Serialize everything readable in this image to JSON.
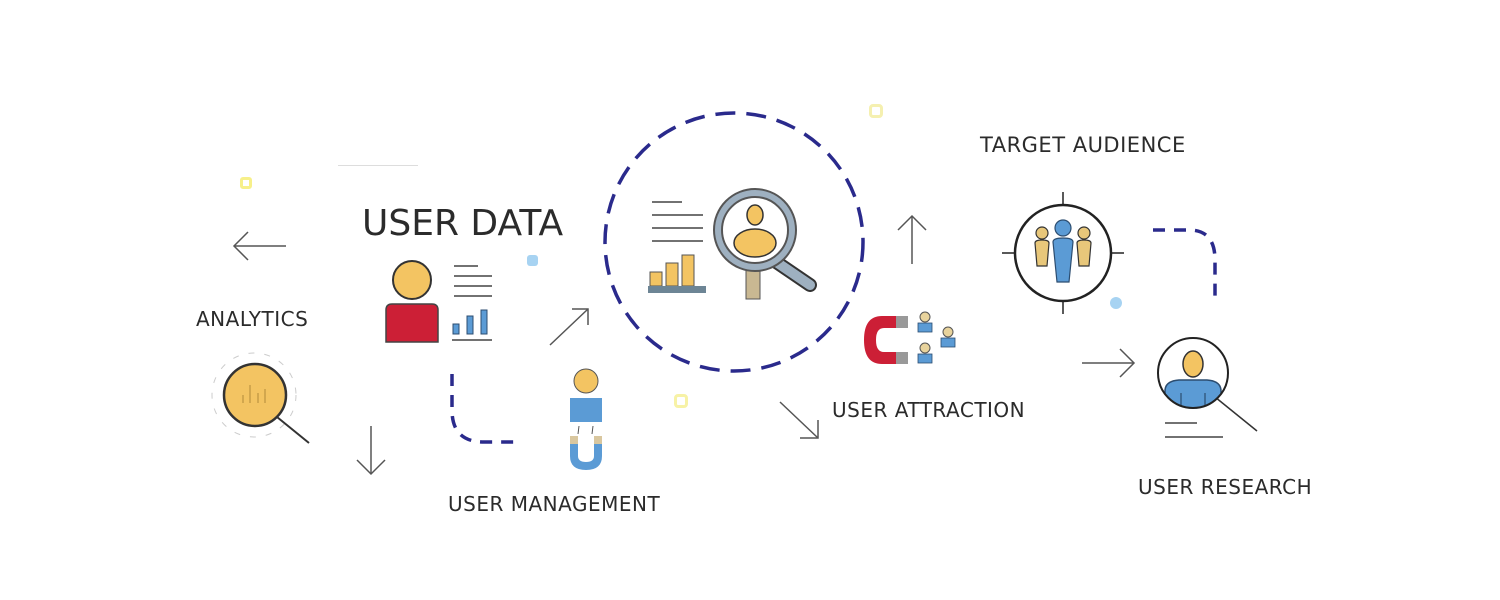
{
  "diagram": {
    "title": "USER DATA",
    "nodes": [
      {
        "id": "analytics",
        "label": "ANALYTICS",
        "icon": "magnifier-chart-icon"
      },
      {
        "id": "user_data",
        "label": "USER DATA",
        "icon": "user-report-icon"
      },
      {
        "id": "central",
        "label": "",
        "icon": "user-search-report-icon"
      },
      {
        "id": "user_management",
        "label": "USER MANAGEMENT",
        "icon": "user-magnet-icon"
      },
      {
        "id": "user_attraction",
        "label": "USER ATTRACTION",
        "icon": "magnet-attract-users-icon"
      },
      {
        "id": "target_audience",
        "label": "TARGET AUDIENCE",
        "icon": "target-audience-icon"
      },
      {
        "id": "user_research",
        "label": "USER RESEARCH",
        "icon": "user-research-icon"
      }
    ],
    "arrows": [
      "left",
      "down",
      "up-right",
      "down-right",
      "up",
      "right"
    ],
    "colors": {
      "dash_blue": "#2a2a8c",
      "yellow": "#f3c462",
      "red": "#cc1f36",
      "blue": "#5b9bd5",
      "line": "#333333"
    }
  }
}
